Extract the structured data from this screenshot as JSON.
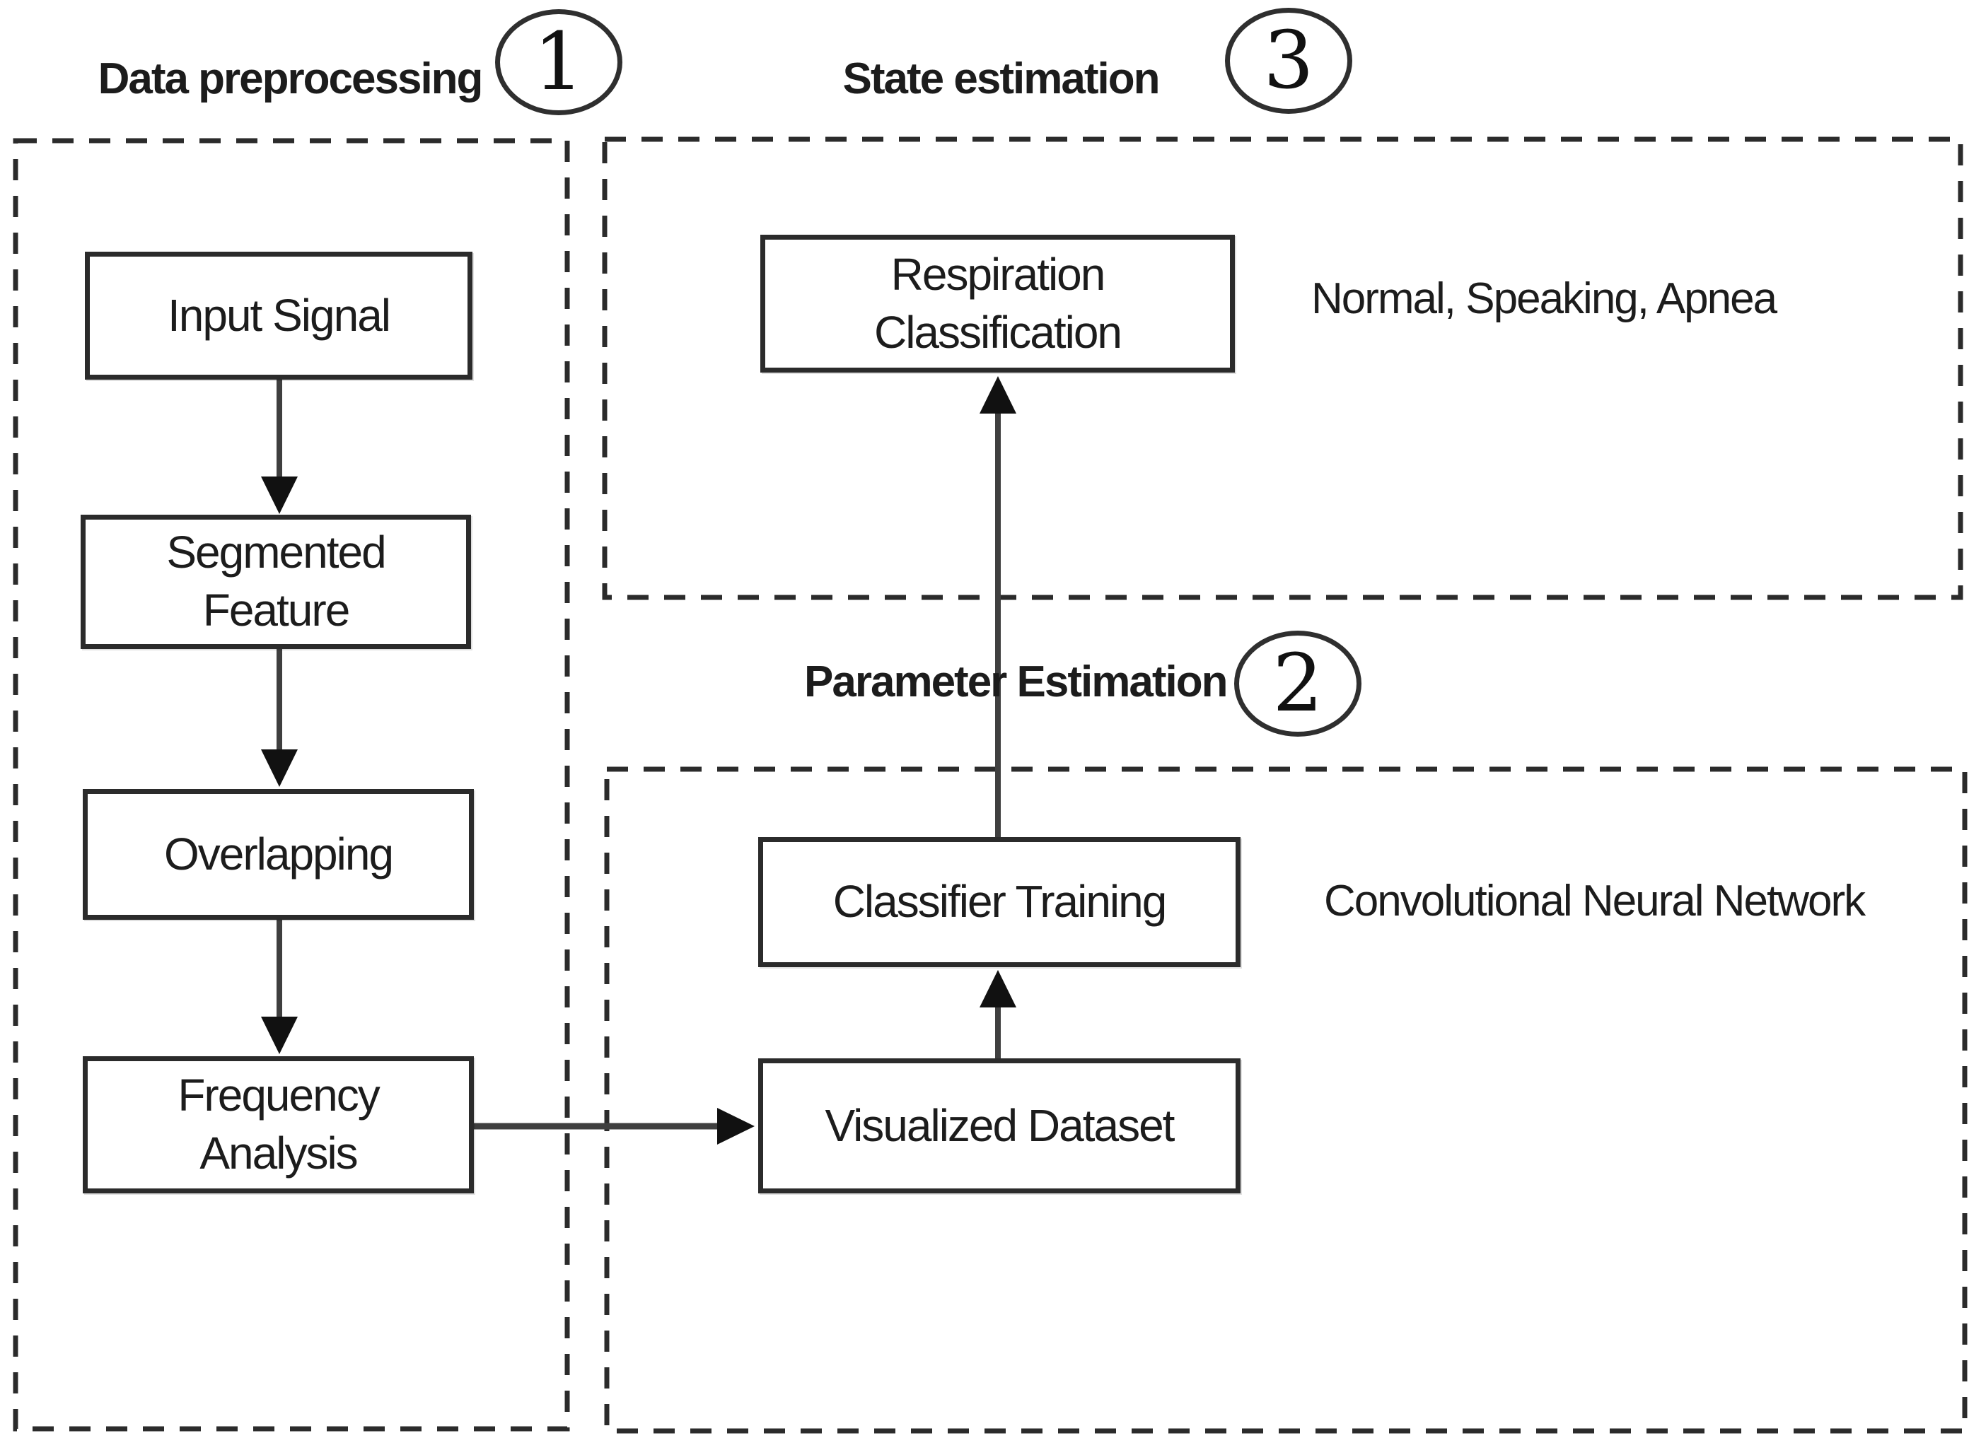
{
  "stage1": {
    "label": "Data preprocessing",
    "number": "1"
  },
  "stage2": {
    "label": "Parameter Estimation",
    "number": "2"
  },
  "stage3": {
    "label": "State estimation",
    "number": "3"
  },
  "nodes": {
    "input_signal": {
      "label": "Input Signal"
    },
    "segmented_feature": {
      "label": "Segmented\nFeature"
    },
    "overlapping": {
      "label": "Overlapping"
    },
    "frequency_analysis": {
      "label": "Frequency\nAnalysis"
    },
    "visualized_dataset": {
      "label": "Visualized Dataset"
    },
    "classifier_training": {
      "label": "Classifier Training"
    },
    "respiration_classification": {
      "label": "Respiration\nClassification"
    }
  },
  "annotations": {
    "state_classes": "Normal, Speaking, Apnea",
    "cnn": "Convolutional Neural Network"
  },
  "colors": {
    "line": "#3f3f3f",
    "border": "#2b2b2b",
    "arrowhead": "#111111",
    "text": "#1c1c1c",
    "background": "#ffffff"
  }
}
